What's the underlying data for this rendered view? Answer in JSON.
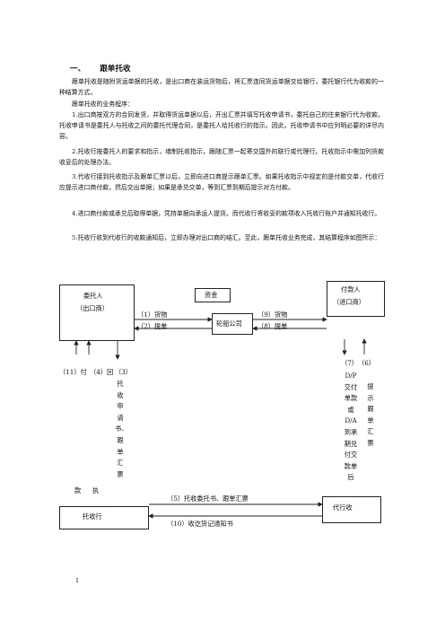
{
  "heading": {
    "number": "一、",
    "title": "跟单托收"
  },
  "paragraphs": [
    "跟单托收是随附货运单据的托收，是出口商在装运货物后，将汇票连同货运单据交给银行，委托银行代为收款的一种结算方式。",
    "跟单托收的业务程序：",
    "1.出口商按双方的合同发货，并取得货运单据以后，开出汇票并填写托收申请书，委托自己的往来银行代为收款。托收申请书是委托人与托收之间的委托代理合同，是委托人给托收行的指示。因此，托收申请书中应列明必要的详尽内容。",
    "2.托收行按委托人的要求和指示，缮制托收指示，跟随汇票一起寄交国外的联行或代理行。托收指示中需加列货款收妥后的处理办法。",
    "3.代收行接到托收指示及跟单汇票以后，立即向进口商提示跟单汇票。如果托收指示中规定的是付款交单，代收行应提示进口商付款，然后交出单据；如果是承兑交单，等到汇票到期后提示对方付款。",
    "4.进口商付款或承兑后取得单据，凭持单据向承运人提货。而代收行将收妥的款项收入托收行账户并通知托收行。",
    "5.托收行收到代收行的收款通知后，立即办理对出口商的结汇。至此，跟单托收业务完成，其结算程序如图所示："
  ],
  "diagram": {
    "principal": {
      "line1": "委托人",
      "line2": "（出口商）"
    },
    "goods_money": "资金",
    "drawee": {
      "line1": "付款人",
      "line2": "（进口商）"
    },
    "shipping_company": "轮船公司",
    "step1": "（1）货物",
    "step2": "（2）提单",
    "step9": "（9）货物",
    "step8": "（8）提单",
    "step11": "（11）付",
    "step4": "（4）回",
    "step3_num": "（3）",
    "step3_text": "托收申请书、跟单汇票",
    "kuan": "款",
    "zhi": "执",
    "step7_num": "（7）",
    "step6_num": "（6）",
    "step7_text": [
      "D/P",
      "交付",
      "单款",
      "或",
      "D/A",
      "到承",
      "期兑",
      "付交",
      "款单",
      "后"
    ],
    "step6_text": "提示跟单汇票",
    "remitting_bank": "托收行",
    "collecting_bank": "代行收",
    "step5": "（5）托收委托书、跟单汇票",
    "step10": "（10）收讫货记通知书"
  },
  "page_number": "1"
}
